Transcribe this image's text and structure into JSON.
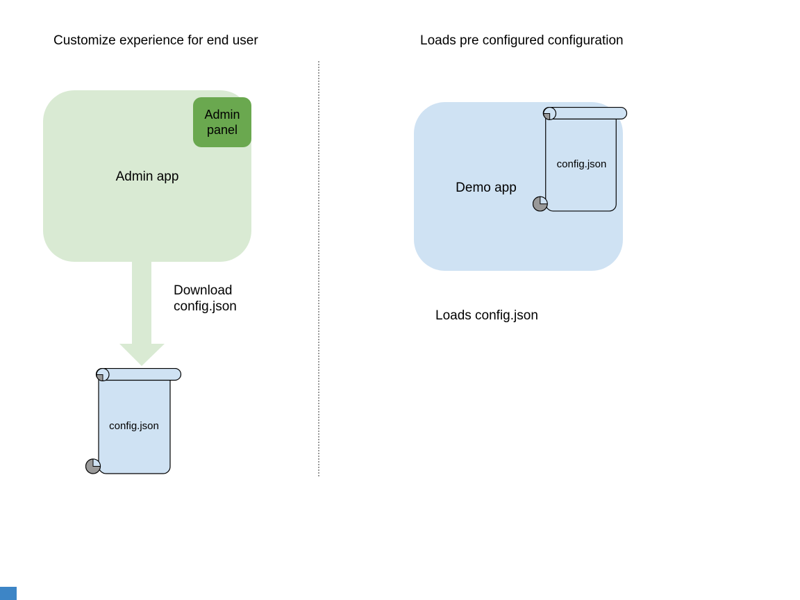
{
  "left_section": {
    "title": "Customize experience for end user",
    "admin_app_label": "Admin app",
    "admin_panel_label": "Admin panel",
    "arrow_label": "Download\nconfig.json",
    "config_file_label": "config.json"
  },
  "right_section": {
    "title": "Loads pre configured configuration",
    "demo_app_label": "Demo app",
    "config_file_label": "config.json",
    "caption": "Loads config.json"
  },
  "colors": {
    "admin_app_fill": "#d9ead3",
    "admin_panel_fill": "#6aa84f",
    "demo_app_fill": "#cfe2f3",
    "scroll_fill": "#cfe2f3",
    "scroll_curl_gray": "#999999",
    "outline": "#000000",
    "arrow_fill": "#d9ead3",
    "divider_gray": "#999999",
    "corner_square_blue": "#3d85c6"
  }
}
